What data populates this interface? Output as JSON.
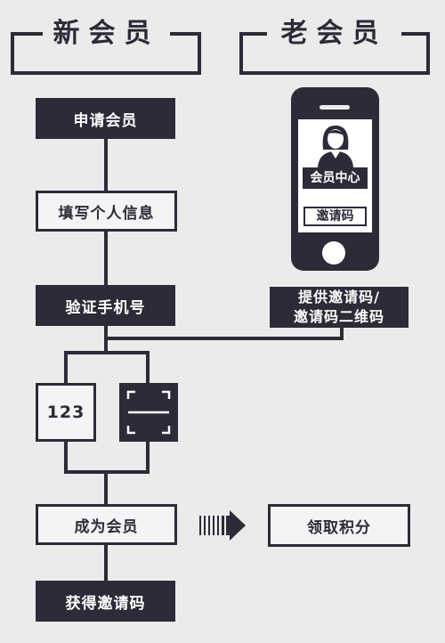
{
  "headers": {
    "new_member": "新会员",
    "old_member": "老会员"
  },
  "steps": {
    "apply": "申请会员",
    "fill_info": "填写个人信息",
    "verify_phone": "验证手机号",
    "code_input": "123",
    "become_member": "成为会员",
    "get_invite": "获得邀请码"
  },
  "phone": {
    "member_center": "会员中心",
    "invite_code": "邀请码"
  },
  "provide": {
    "line1": "提供邀请码/",
    "line2": "邀请码二维码"
  },
  "reward": {
    "label": "领取积分"
  },
  "colors": {
    "dark": "#2c2b37",
    "background": "#ecebec",
    "light": "#f4f4f6"
  }
}
